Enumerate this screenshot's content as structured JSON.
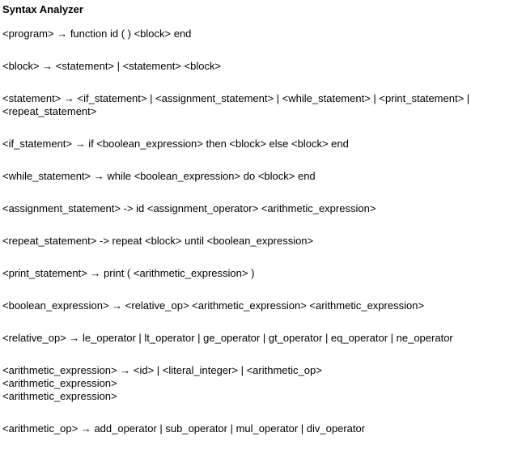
{
  "document": {
    "title": "Syntax Analyzer",
    "background_color": "#ffffff",
    "text_color": "#000000"
  },
  "grammar": {
    "rules": [
      {
        "name": "program",
        "text": "<program> → function id ( ) <block> end"
      },
      {
        "name": "block",
        "text": "<block> → <statement> | <statement> <block>"
      },
      {
        "name": "statement",
        "text": "<statement> → <if_statement> | <assignment_statement> | <while_statement> | <print_statement> | <repeat_statement>"
      },
      {
        "name": "if_statement",
        "text": "<if_statement> → if <boolean_expression> then <block> else <block> end"
      },
      {
        "name": "while_statement",
        "text": "<while_statement> → while <boolean_expression> do <block> end"
      },
      {
        "name": "assignment_statement",
        "text": "<assignment_statement> -> id <assignment_operator> <arithmetic_expression>"
      },
      {
        "name": "repeat_statement",
        "text": "<repeat_statement> -> repeat <block> until <boolean_expression>"
      },
      {
        "name": "print_statement",
        "text": "<print_statement> → print ( <arithmetic_expression> )"
      },
      {
        "name": "boolean_expression",
        "text": "<boolean_expression> → <relative_op> <arithmetic_expression> <arithmetic_expression>"
      },
      {
        "name": "relative_op",
        "text": "<relative_op> → le_operator | lt_operator | ge_operator | gt_operator | eq_operator | ne_operator"
      },
      {
        "name": "arithmetic_expression",
        "text": "<arithmetic_expression> → <id> | <literal_integer> | <arithmetic_op>\n<arithmetic_expression>\n<arithmetic_expression>"
      },
      {
        "name": "arithmetic_op",
        "text": "<arithmetic_op> → add_operator | sub_operator | mul_operator | div_operator"
      }
    ]
  }
}
